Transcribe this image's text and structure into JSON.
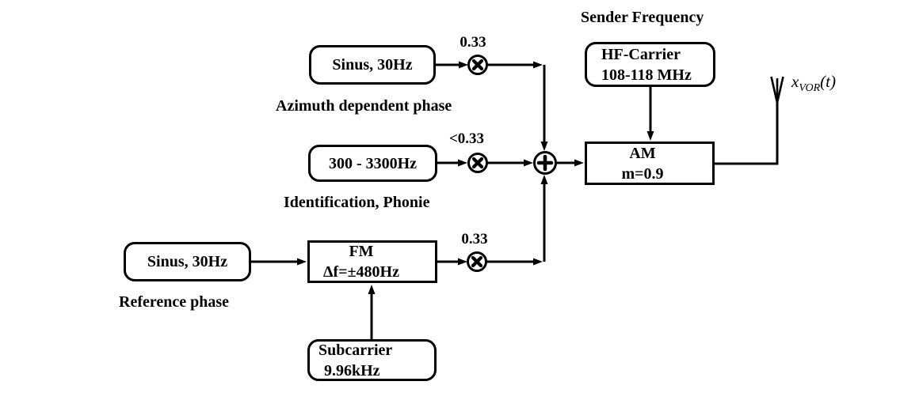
{
  "diagram": {
    "title": "Sender Frequency",
    "blocks": {
      "azimuth_source": {
        "line1": "Sinus, 30Hz"
      },
      "ident_source": {
        "line1": "300 - 3300Hz"
      },
      "ref_source": {
        "line1": "Sinus, 30Hz"
      },
      "fm": {
        "line1": "FM",
        "line2": "Δf=±480Hz"
      },
      "subcarrier": {
        "line1": "Subcarrier",
        "line2": "9.96kHz"
      },
      "hf_carrier": {
        "line1": "HF-Carrier",
        "line2": "108-118 MHz"
      },
      "am": {
        "line1": "AM",
        "line2": "m=0.9"
      }
    },
    "labels": {
      "azimuth": "Azimuth dependent phase",
      "identification": "Identification, Phonie",
      "reference": "Reference phase"
    },
    "gains": {
      "azimuth": "0.33",
      "identification": "<0.33",
      "reference": "0.33"
    },
    "output_signal": {
      "symbol": "x",
      "subscript": "VOR",
      "argument": "(t)"
    },
    "colors": {
      "ink": "#000000",
      "background": "#ffffff"
    }
  }
}
